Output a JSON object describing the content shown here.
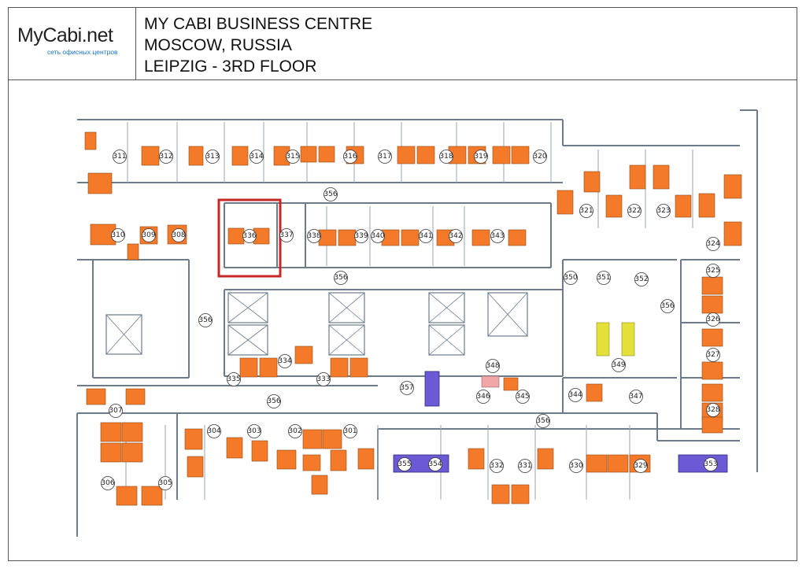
{
  "header": {
    "logo_text": "MyCabi.net",
    "logo_subtitle": "сеть офисных центров",
    "title_lines": [
      "MY CABI BUSINESS CENTRE",
      "MOSCOW, RUSSIA",
      "LEIPZIG - 3RD FLOOR"
    ]
  },
  "colors": {
    "desk": "#f47a2a",
    "meeting_table": "#6a5ad6",
    "highlight": "#c62828",
    "wall": "#6b7b8c",
    "yellow": "#e3e03a",
    "pink": "#f1a7a7"
  },
  "floor_plan": {
    "highlighted_office": "336",
    "rooms": [
      "301",
      "302",
      "303",
      "304",
      "305",
      "306",
      "307",
      "308",
      "309",
      "310",
      "311",
      "312",
      "313",
      "314",
      "315",
      "316",
      "317",
      "318",
      "319",
      "320",
      "321",
      "322",
      "323",
      "324",
      "325",
      "326",
      "327",
      "328",
      "329",
      "330",
      "331",
      "332",
      "333",
      "334",
      "335",
      "336",
      "337",
      "338",
      "339",
      "340",
      "341",
      "342",
      "343",
      "344",
      "345",
      "346",
      "347",
      "348",
      "349",
      "350",
      "351",
      "352",
      "353",
      "354",
      "355",
      "356",
      "357"
    ],
    "corridor_label": "356"
  }
}
